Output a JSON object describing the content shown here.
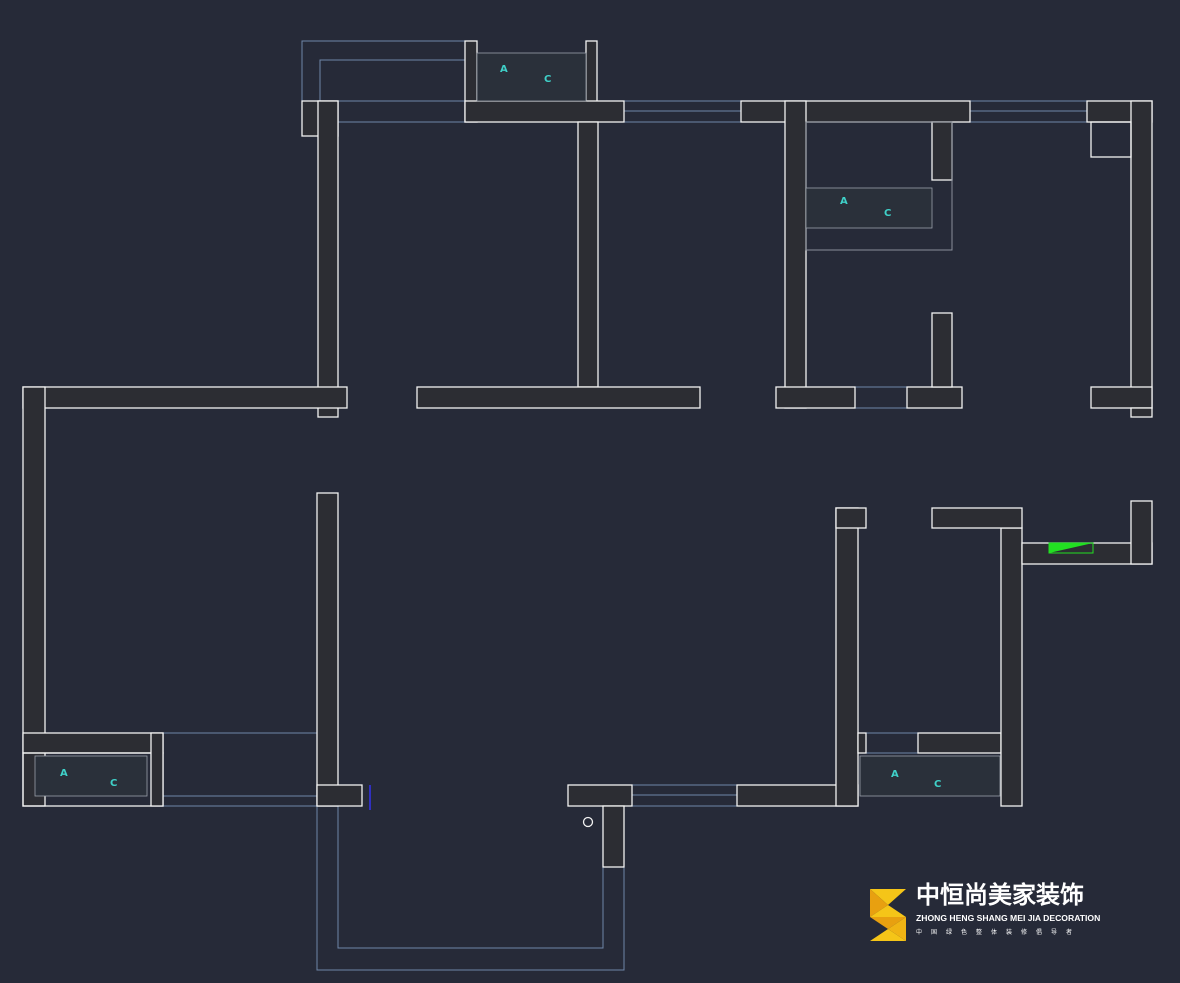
{
  "plan": {
    "ac_units": [
      {
        "a": "A",
        "c": "C"
      },
      {
        "a": "A",
        "c": "C"
      },
      {
        "a": "A",
        "c": "C"
      },
      {
        "a": "A",
        "c": "C"
      }
    ],
    "colors": {
      "background": "#262a38",
      "walls": "#f2f2f2",
      "ac_label": "#3fd0c8",
      "marker": "#22e022"
    }
  },
  "logo": {
    "name_cn": "中恒尚美家装饰",
    "name_en": "ZHONG HENG SHANG MEI JIA DECORATION",
    "slogan": "中国绿色整体装修倡导者",
    "colors": [
      "#f5c518",
      "#e8a010"
    ]
  }
}
